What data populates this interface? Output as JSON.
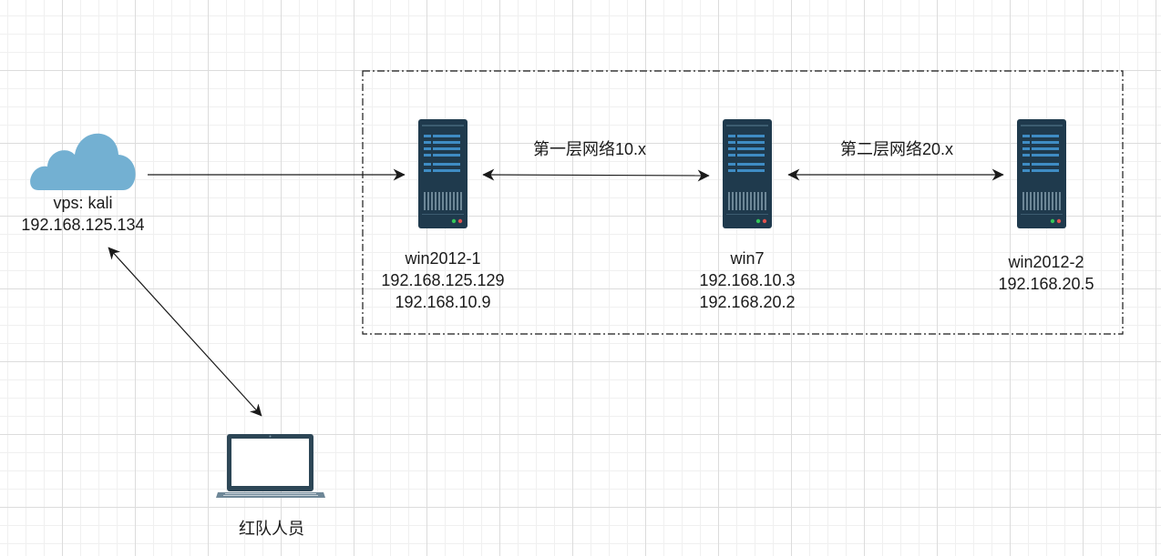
{
  "nodes": {
    "vps": {
      "icon": "cloud-icon",
      "lines": [
        "vps: kali",
        "192.168.125.134"
      ]
    },
    "win2012_1": {
      "icon": "server-icon",
      "lines": [
        "win2012-1",
        "192.168.125.129",
        "192.168.10.9"
      ]
    },
    "win7": {
      "icon": "server-icon",
      "lines": [
        "win7",
        "192.168.10.3",
        "192.168.20.2"
      ]
    },
    "win2012_2": {
      "icon": "server-icon",
      "lines": [
        "win2012-2",
        "192.168.20.5"
      ]
    },
    "red_team": {
      "icon": "laptop-icon",
      "lines": [
        "红队人员"
      ]
    }
  },
  "edges": {
    "layer1": "第一层网络10.x",
    "layer2": "第二层网络20.x"
  },
  "colors": {
    "cloud": "#73b0d2",
    "server_body": "#1f3a4d",
    "server_bar": "#3f8cc4",
    "laptop": "#2d4656"
  }
}
